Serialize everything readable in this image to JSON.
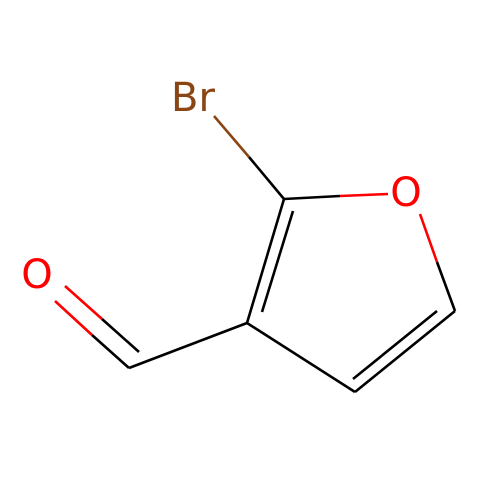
{
  "molecule": {
    "atoms": {
      "bromine": {
        "label": "Br",
        "color": "#8b4513"
      },
      "ring_oxygen": {
        "label": "O",
        "color": "#ff0000"
      },
      "aldehyde_oxygen": {
        "label": "O",
        "color": "#ff0000"
      }
    },
    "bond_color": "#000000"
  }
}
